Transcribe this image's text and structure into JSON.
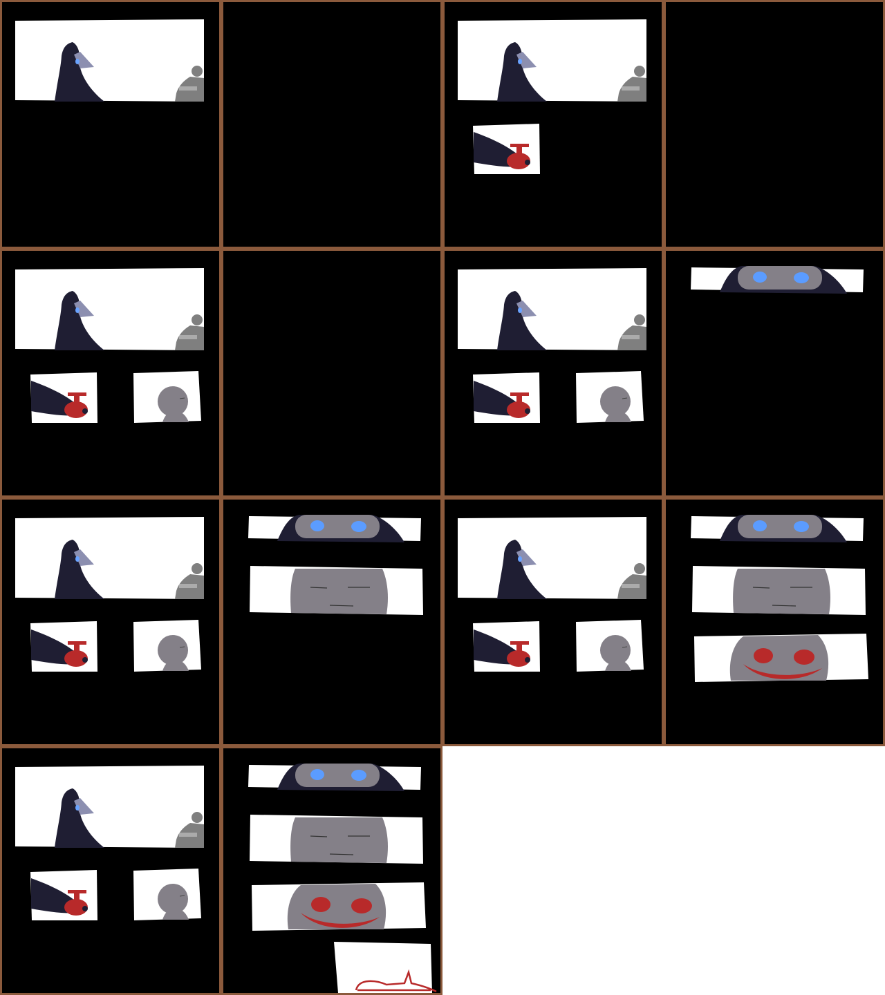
{
  "sheet": {
    "columns": 4,
    "frame_count": 14,
    "colors": {
      "frame_border": "#8b5a3c",
      "frame_background": "#000000",
      "panel_background": "#ffffff",
      "cloak": "#1f1e33",
      "plague_mask": "#8c8fb0",
      "mask_eye": "#6aa3ff",
      "grey_figure": "#7f7f7f",
      "pale_face": "#848088",
      "blue_eye": "#5b9cff",
      "red_mark": "#b82a2a"
    },
    "frames": [
      {
        "panels": [
          "plague-doctor-scene"
        ]
      },
      {
        "panels": []
      },
      {
        "panels": [
          "plague-doctor-scene",
          "red-vial-closeup"
        ]
      },
      {
        "panels": []
      },
      {
        "panels": [
          "plague-doctor-scene",
          "red-vial-closeup",
          "grey-figure-closeup"
        ]
      },
      {
        "panels": []
      },
      {
        "panels": [
          "plague-doctor-scene",
          "red-vial-closeup",
          "grey-figure-closeup"
        ]
      },
      {
        "panels": [
          "hooded-eyes-panel"
        ]
      },
      {
        "panels": [
          "plague-doctor-scene",
          "red-vial-closeup",
          "grey-figure-closeup"
        ]
      },
      {
        "panels": [
          "hooded-eyes-panel",
          "sleeping-face-panel"
        ]
      },
      {
        "panels": [
          "plague-doctor-scene",
          "red-vial-closeup",
          "grey-figure-closeup"
        ]
      },
      {
        "panels": [
          "hooded-eyes-panel",
          "sleeping-face-panel",
          "red-grin-panel"
        ]
      },
      {
        "panels": [
          "plague-doctor-scene",
          "red-vial-closeup",
          "grey-figure-closeup"
        ]
      },
      {
        "panels": [
          "hooded-eyes-panel",
          "sleeping-face-panel",
          "red-grin-panel",
          "red-scribble-panel"
        ]
      }
    ]
  }
}
